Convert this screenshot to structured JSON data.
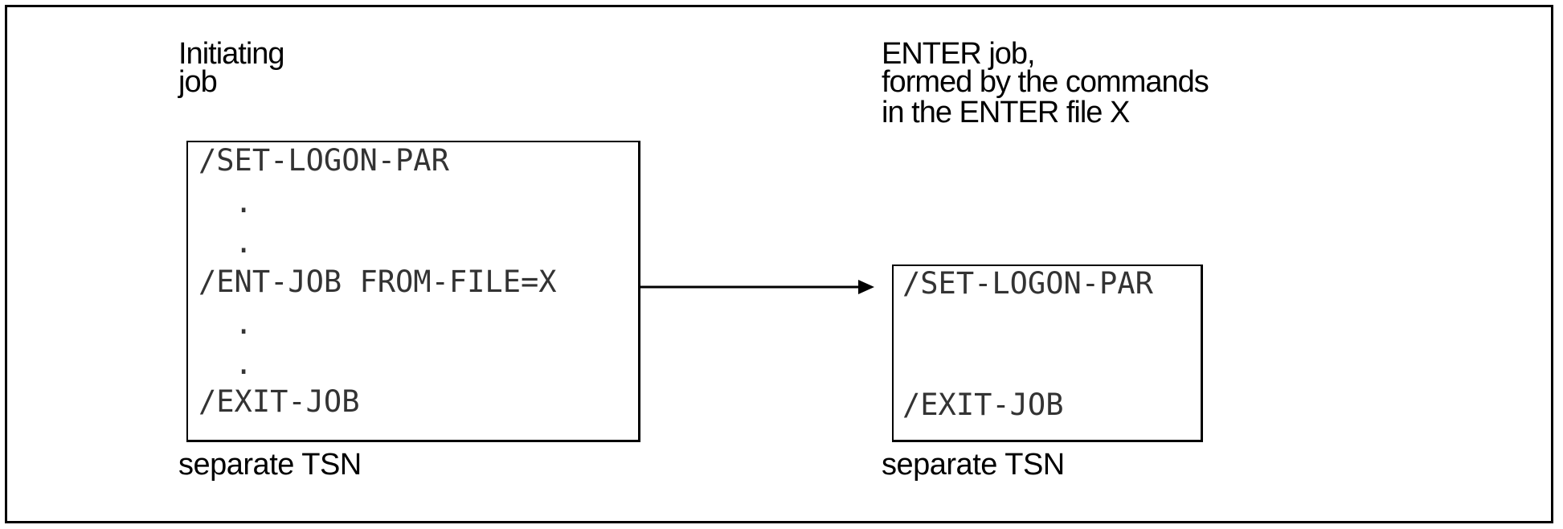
{
  "left_job": {
    "caption": [
      "Initiating",
      "job"
    ],
    "commands": {
      "logon": "/SET-LOGON-PAR",
      "dot1": ".",
      "dot2": ".",
      "enter": "/ENT-JOB FROM-FILE=X",
      "dot3": ".",
      "dot4": ".",
      "exit": "/EXIT-JOB"
    },
    "footer": "separate TSN"
  },
  "right_job": {
    "caption": [
      "ENTER job,",
      "formed by the commands",
      "in the ENTER file X"
    ],
    "commands": {
      "logon": "/SET-LOGON-PAR",
      "exit": "/EXIT-JOB"
    },
    "footer": "separate TSN"
  }
}
